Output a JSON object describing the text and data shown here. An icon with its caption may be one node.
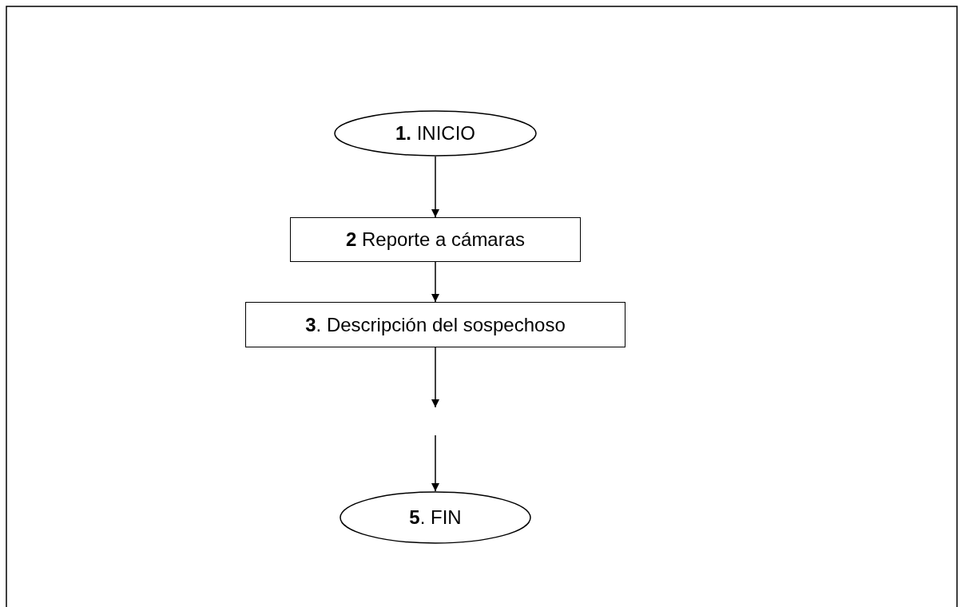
{
  "diagram": {
    "nodes": [
      {
        "text": [
          "**1.** INICIO"
        ]
      },
      {
        "text": [
          "**2** Reporte a cámaras"
        ]
      },
      {
        "text": [
          "**3**. Descripción del sospechoso"
        ]
      },
      {
        "text": [
          "**5**. FIN"
        ]
      }
    ],
    "edges": [
      {
        "from": 0,
        "to": 1,
        "arrow": "to"
      },
      {
        "from": 1,
        "to": 2,
        "arrow": "to"
      },
      {
        "from": 2,
        "to": null,
        "arrow": "to"
      },
      {
        "from": null,
        "to": 3,
        "arrow": "to"
      }
    ]
  }
}
